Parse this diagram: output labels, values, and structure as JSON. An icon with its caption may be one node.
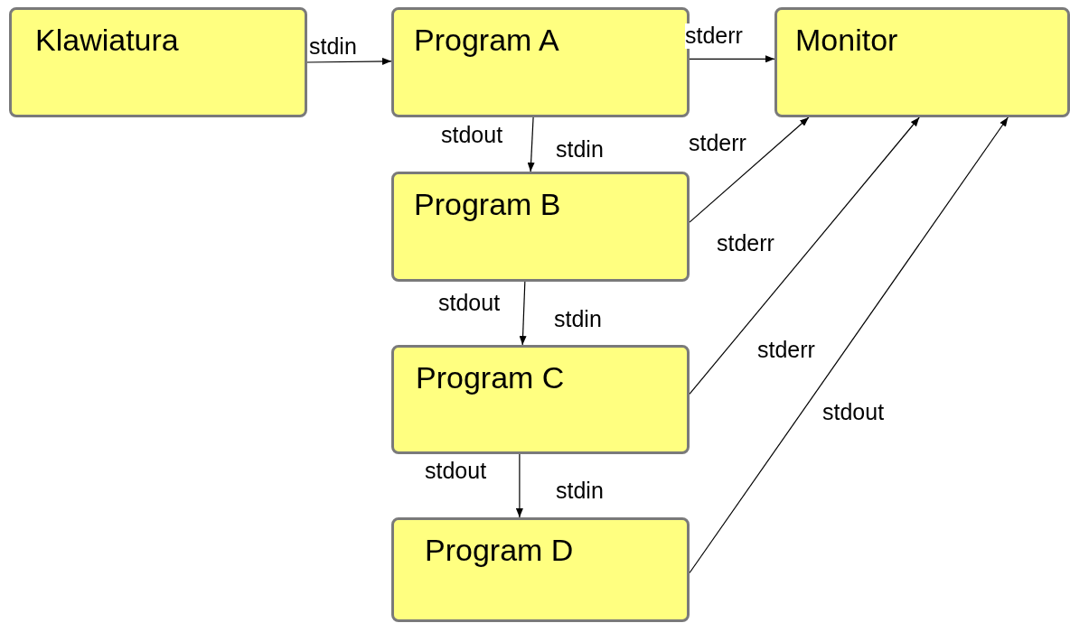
{
  "diagram": {
    "nodes": [
      {
        "text": [
          "Klawiatura"
        ]
      },
      {
        "text": [
          "Program A"
        ]
      },
      {
        "text": [
          "Monitor"
        ]
      },
      {
        "text": [
          "Program B"
        ]
      },
      {
        "text": [
          "Program C"
        ]
      },
      {
        "text": [
          "Program D"
        ]
      }
    ],
    "edges": [
      {
        "from": 0,
        "to": 1,
        "arrow": "to",
        "label": "stdin"
      },
      {
        "from": 1,
        "to": 2,
        "arrow": "to",
        "label": "stderr"
      },
      {
        "from": 1,
        "to": 3,
        "arrow": "to",
        "label": "stdout"
      },
      {
        "from": 3,
        "to": 4,
        "arrow": "to",
        "label": "stdout"
      },
      {
        "from": 4,
        "to": 5,
        "arrow": "to",
        "label": "stdout"
      },
      {
        "from": 3,
        "to": 2,
        "arrow": "to",
        "label": "stderr"
      },
      {
        "from": 4,
        "to": 2,
        "arrow": "to",
        "label": "stderr"
      },
      {
        "from": 5,
        "to": 2,
        "arrow": "to",
        "label": "stderr"
      }
    ],
    "labels": [
      "stdin",
      "stdin",
      "stdin",
      "stdout"
    ]
  }
}
